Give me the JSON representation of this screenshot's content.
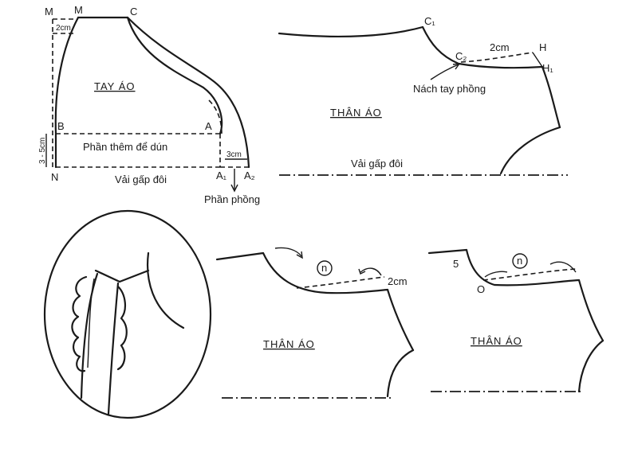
{
  "sleeve": {
    "title": "TAY ÁO",
    "points": {
      "M1": "M",
      "M2": "M",
      "C": "C",
      "B": "B",
      "A": "A",
      "N": "N",
      "A1": "A₁",
      "A2": "A₂"
    },
    "small_mark": "2cm",
    "extra_label": "Phần thêm để dún",
    "fold_label": "Vải gấp đôi",
    "height_label": "3 - 5cm",
    "cm3": "3cm",
    "puff_label": "Phần phồng"
  },
  "bodice_top": {
    "title": "THÂN ÁO",
    "fold_label": "Vải gấp đôi",
    "points": {
      "C1": "C₁",
      "C2": "C₂",
      "H": "H",
      "H1": "H₁"
    },
    "offset_label": "2cm",
    "armhole_label": "Nách tay phồng"
  },
  "bodice_left": {
    "title": "THÂN ÁO",
    "circle_label": "n",
    "offset_label": "2cm"
  },
  "bodice_right": {
    "title": "THÂN ÁO",
    "circle_label": "n",
    "point_5": "5",
    "point_o": "O"
  }
}
